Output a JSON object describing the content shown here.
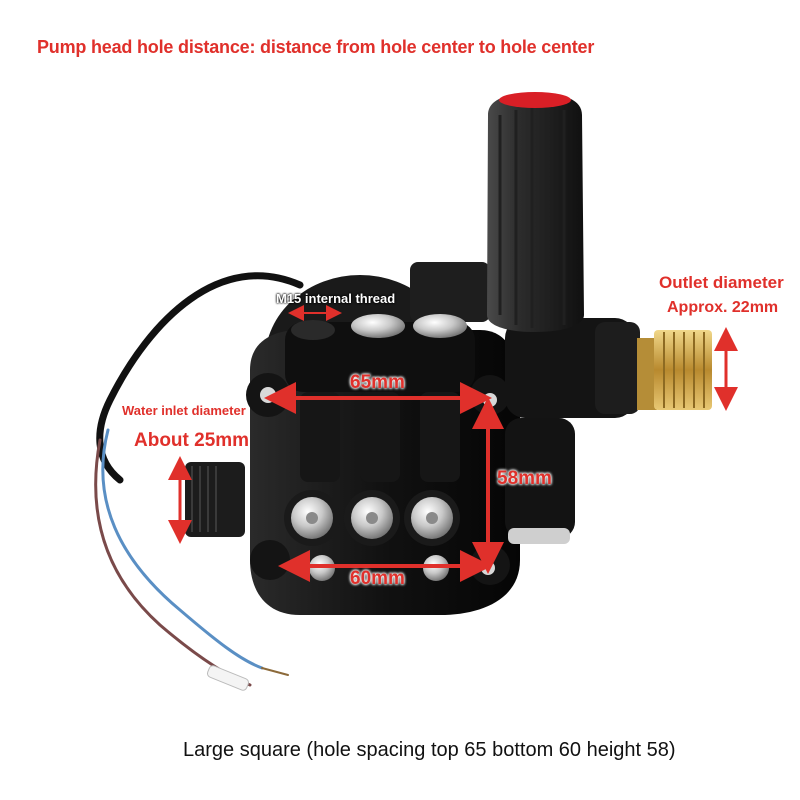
{
  "header": {
    "title": "Pump head hole distance: distance from hole center to hole center"
  },
  "outlet": {
    "label": "Outlet diameter",
    "value": "Approx. 22mm"
  },
  "inlet": {
    "label": "Water inlet diameter",
    "value": "About 25mm"
  },
  "thread": {
    "label": "M15 internal thread"
  },
  "dimensions": {
    "top": "65mm",
    "height": "58mm",
    "bottom": "60mm"
  },
  "footer": {
    "caption": "Large square (hole spacing top 65 bottom 60 height 58)"
  },
  "colors": {
    "annotation_red": "#e0302b",
    "pump_body": "#141414",
    "brass_fitting": "#c9a14a",
    "cap_red": "#d91f26"
  }
}
